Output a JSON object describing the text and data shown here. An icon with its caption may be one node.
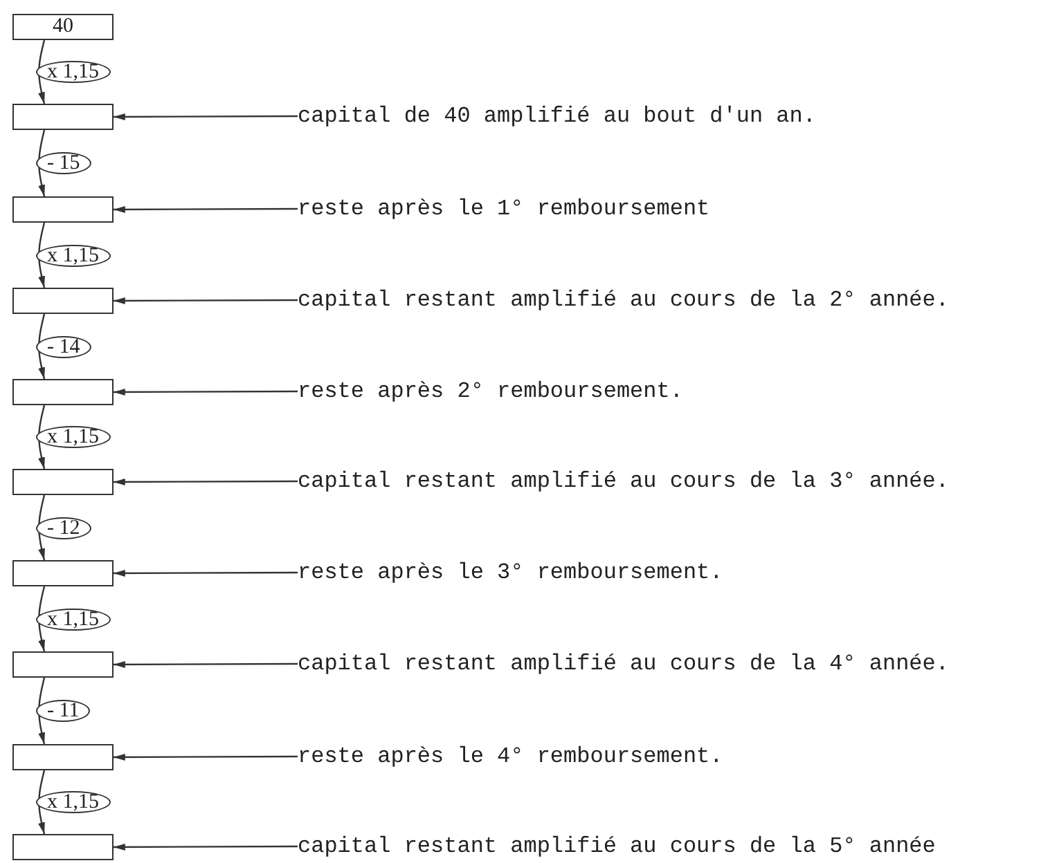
{
  "diagram": {
    "nodes": [
      {
        "text": [
          "40"
        ]
      },
      {
        "text": [],
        "shape": "box"
      },
      {
        "text": [],
        "shape": "box"
      },
      {
        "text": [],
        "shape": "box"
      },
      {
        "text": [],
        "shape": "box"
      },
      {
        "text": [],
        "shape": "box"
      },
      {
        "text": [],
        "shape": "box"
      },
      {
        "text": [],
        "shape": "box"
      },
      {
        "text": [],
        "shape": "box"
      },
      {
        "text": [],
        "shape": "box"
      },
      {
        "text": [
          "capital de 40 amplifié au bout d'un an."
        ]
      },
      {
        "text": [
          "reste après le 1° remboursement"
        ]
      },
      {
        "text": [
          "capital restant amplifié au cours de la 2° année."
        ]
      },
      {
        "text": [
          "reste après 2° remboursement."
        ]
      },
      {
        "text": [
          "capital restant amplifié au cours de la 3° année."
        ]
      },
      {
        "text": [
          "reste après le 3° remboursement."
        ]
      },
      {
        "text": [
          "capital restant amplifié au cours de la 4° année."
        ]
      },
      {
        "text": [
          "reste après le 4° remboursement."
        ]
      },
      {
        "text": [
          "capital restant amplifié au cours de la 5° année"
        ]
      }
    ],
    "edges": [
      {
        "from": 0,
        "to": 1,
        "arrow": "to",
        "label": "x 1,15"
      },
      {
        "from": 1,
        "to": 2,
        "arrow": "to",
        "label": "- 15"
      },
      {
        "from": 2,
        "to": 3,
        "arrow": "to",
        "label": "x 1,15"
      },
      {
        "from": 3,
        "to": 4,
        "arrow": "to",
        "label": "- 14"
      },
      {
        "from": 4,
        "to": 5,
        "arrow": "to",
        "label": "x 1,15"
      },
      {
        "from": 5,
        "to": 6,
        "arrow": "to",
        "label": "- 12"
      },
      {
        "from": 6,
        "to": 7,
        "arrow": "to",
        "label": "x 1,15"
      },
      {
        "from": 7,
        "to": 8,
        "arrow": "to",
        "label": "- 11"
      },
      {
        "from": 8,
        "to": 9,
        "arrow": "to",
        "label": "x 1,15"
      },
      {
        "from": 10,
        "to": 1,
        "arrow": "to"
      },
      {
        "from": 11,
        "to": 2,
        "arrow": "to"
      },
      {
        "from": 12,
        "to": 3,
        "arrow": "to"
      },
      {
        "from": 13,
        "to": 4,
        "arrow": "to"
      },
      {
        "from": 14,
        "to": 5,
        "arrow": "to"
      },
      {
        "from": 15,
        "to": 6,
        "arrow": "to"
      },
      {
        "from": 16,
        "to": 7,
        "arrow": "to"
      },
      {
        "from": 17,
        "to": 8,
        "arrow": "to"
      },
      {
        "from": 18,
        "to": 9,
        "arrow": "to"
      }
    ]
  }
}
